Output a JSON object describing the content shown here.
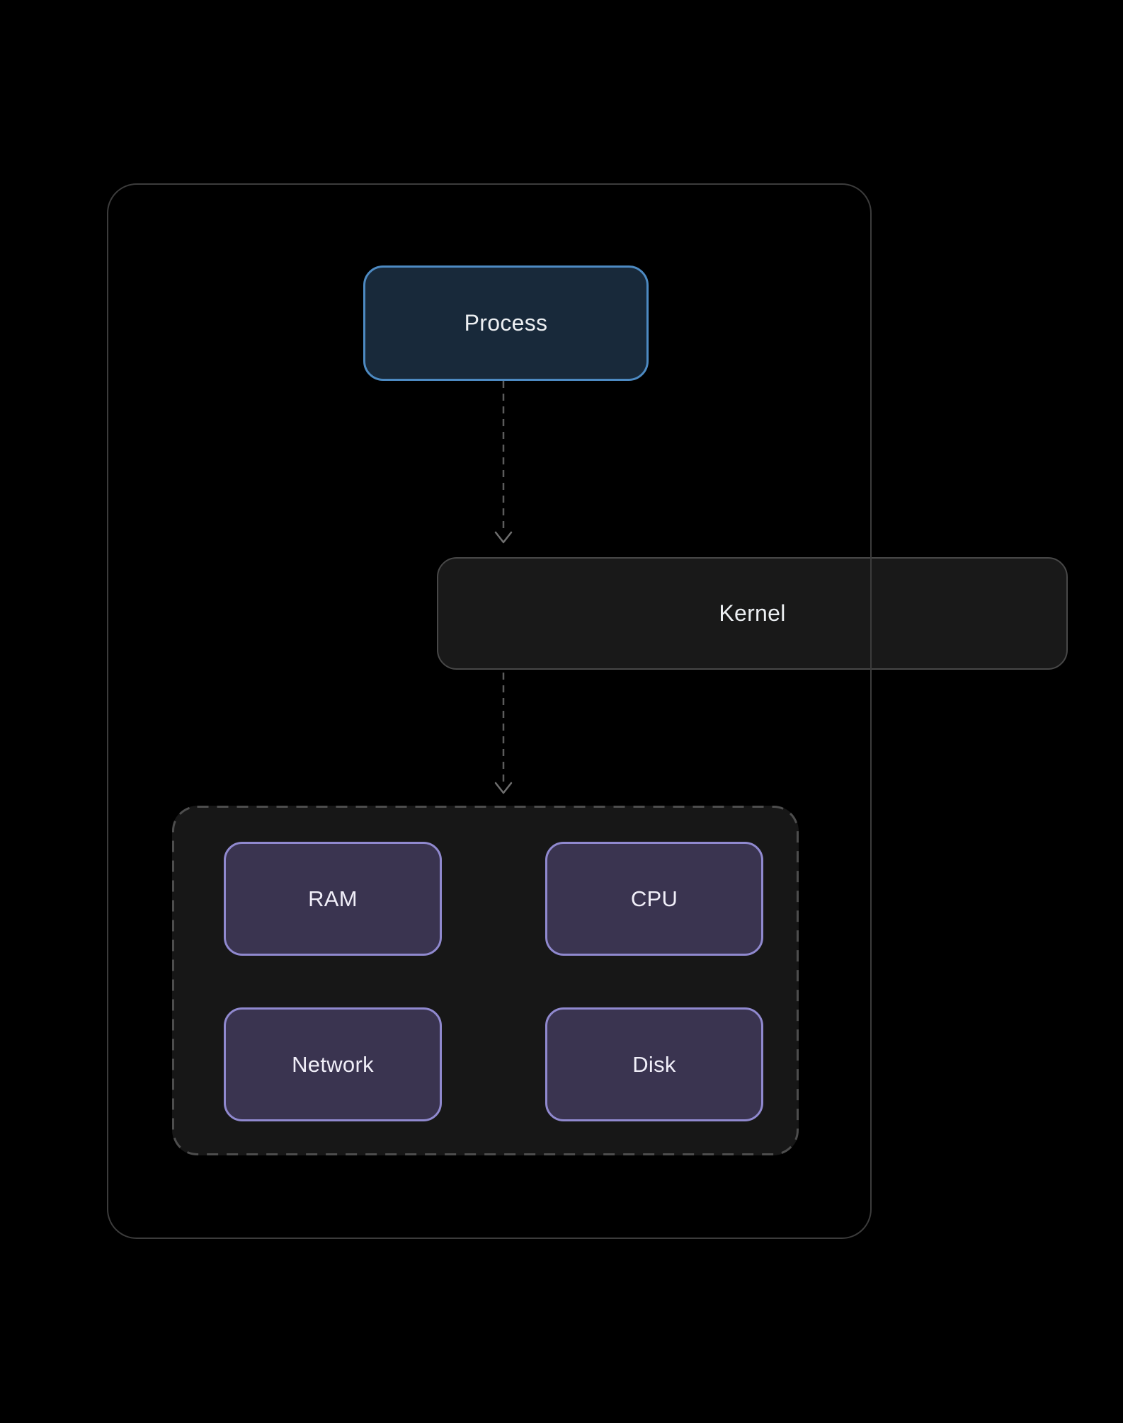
{
  "diagram": {
    "type": "flow-diagram",
    "background_color": "#000000",
    "boundary": {
      "description": "system boundary container",
      "border_color": "#3c3c3c"
    },
    "nodes": {
      "process": {
        "label": "Process",
        "fill_color": "#18293a",
        "border_color": "#4d8ac2"
      },
      "kernel": {
        "label": "Kernel",
        "fill_color": "#191919",
        "border_color": "#484848"
      },
      "resources": {
        "container_fill_color": "#171717",
        "container_border_color": "#4d4d4d",
        "node_fill_color": "#3a3450",
        "node_border_color": "#9089cf",
        "items": [
          {
            "label": "RAM"
          },
          {
            "label": "CPU"
          },
          {
            "label": "Network"
          },
          {
            "label": "Disk"
          }
        ]
      }
    },
    "edges": [
      {
        "from": "Process",
        "to": "Kernel",
        "style": "dashed-arrow",
        "color": "#5c5c5c"
      },
      {
        "from": "Kernel",
        "to": "Resources",
        "style": "dashed-arrow",
        "color": "#5c5c5c"
      }
    ],
    "text_color": "#eceff2"
  }
}
